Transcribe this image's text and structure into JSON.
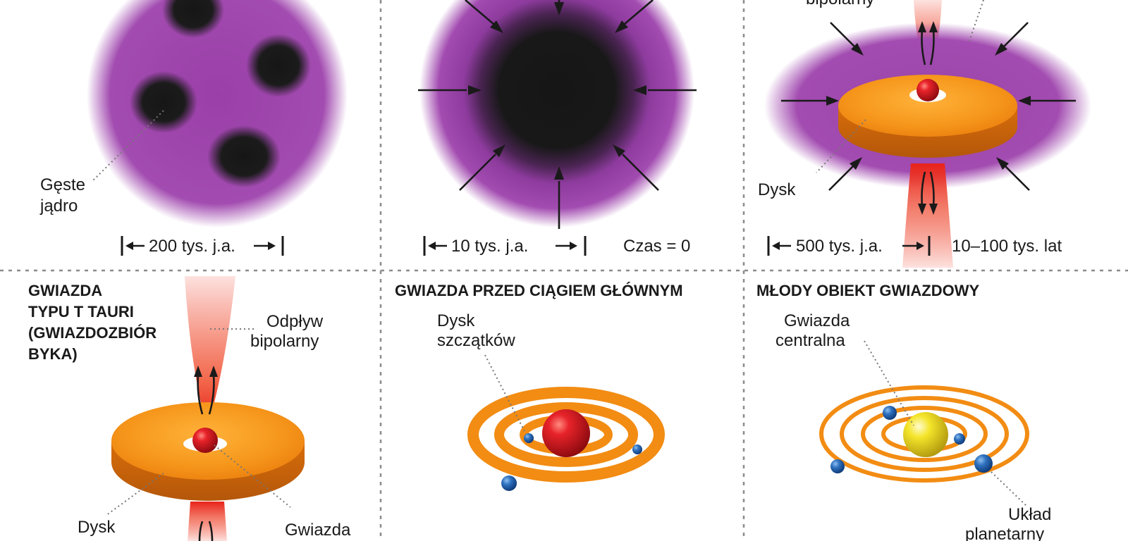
{
  "panel1": {
    "core_label": [
      "Gęste",
      "jądro"
    ],
    "scale": "200 tys. j.a."
  },
  "panel2": {
    "scale": "10 tys. j.a.",
    "time": "Czas = 0"
  },
  "panel3": {
    "outflow_label": "bipolarny",
    "disk_label": "Dysk",
    "scale": "500 tys. j.a.",
    "time": "10–100 tys. lat"
  },
  "panel4": {
    "title": [
      "GWIAZDA",
      "TYPU T TAURI",
      "(GWIAZDOZBIÓR",
      "BYKA)"
    ],
    "outflow_label": [
      "Odpływ",
      "bipolarny"
    ],
    "disk_label": "Dysk",
    "star_label": "Gwiazda"
  },
  "panel5": {
    "title": "GWIAZDA PRZED CIĄGIEM GŁÓWNYM",
    "debris_label": [
      "Dysk",
      "szczątków"
    ]
  },
  "panel6": {
    "title": "MŁODY OBIEKT GWIAZDOWY",
    "star_label": [
      "Gwiazda",
      "centralna"
    ],
    "planets_label": [
      "Układ",
      "planetarny"
    ]
  },
  "colors": {
    "cloud": "#a24bb0",
    "core": "#1a1a1a",
    "disk": "#f28c13",
    "jet": "#ef3b24",
    "protostar": "#d8131b",
    "central_star": "#f2e21a",
    "planet": "#1e5ea8"
  }
}
